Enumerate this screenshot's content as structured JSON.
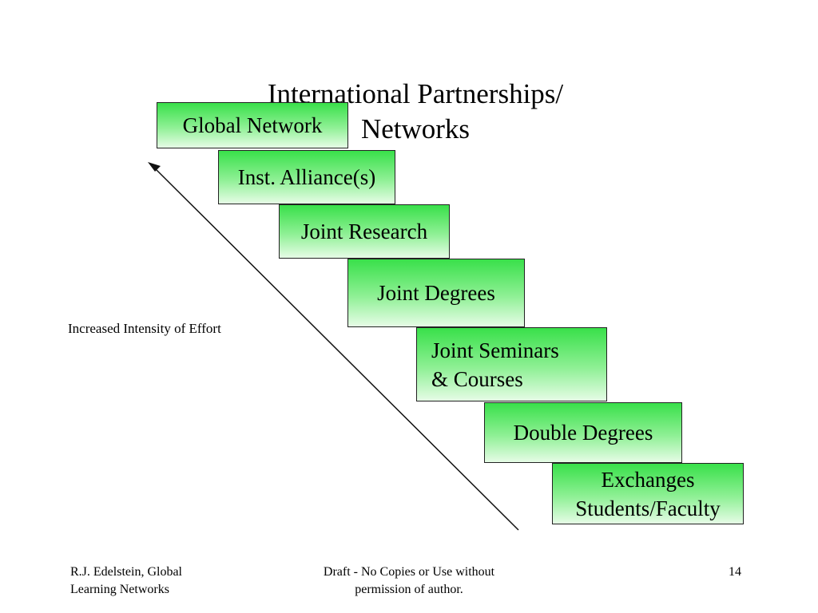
{
  "title": {
    "line1": "International Partnerships/",
    "line2": "Networks"
  },
  "steps": [
    {
      "lines": [
        "Global Network"
      ]
    },
    {
      "lines": [
        "Inst. Alliance(s)"
      ]
    },
    {
      "lines": [
        "Joint Research"
      ]
    },
    {
      "lines": [
        "Joint Degrees"
      ]
    },
    {
      "lines": [
        "Joint Seminars",
        "& Courses"
      ]
    },
    {
      "lines": [
        "Double Degrees"
      ]
    },
    {
      "lines": [
        "Exchanges",
        "Students/Faculty"
      ]
    }
  ],
  "axis_label": "Increased Intensity of Effort",
  "footer": {
    "author_line1": "R.J. Edelstein, Global",
    "author_line2": "Learning Networks",
    "notice_line1": "Draft - No Copies or Use without",
    "notice_line2": "permission of author.",
    "page_number": "14"
  },
  "colors": {
    "box_top": "#39e04a",
    "box_bottom": "#e6fce6",
    "border": "#222222"
  }
}
